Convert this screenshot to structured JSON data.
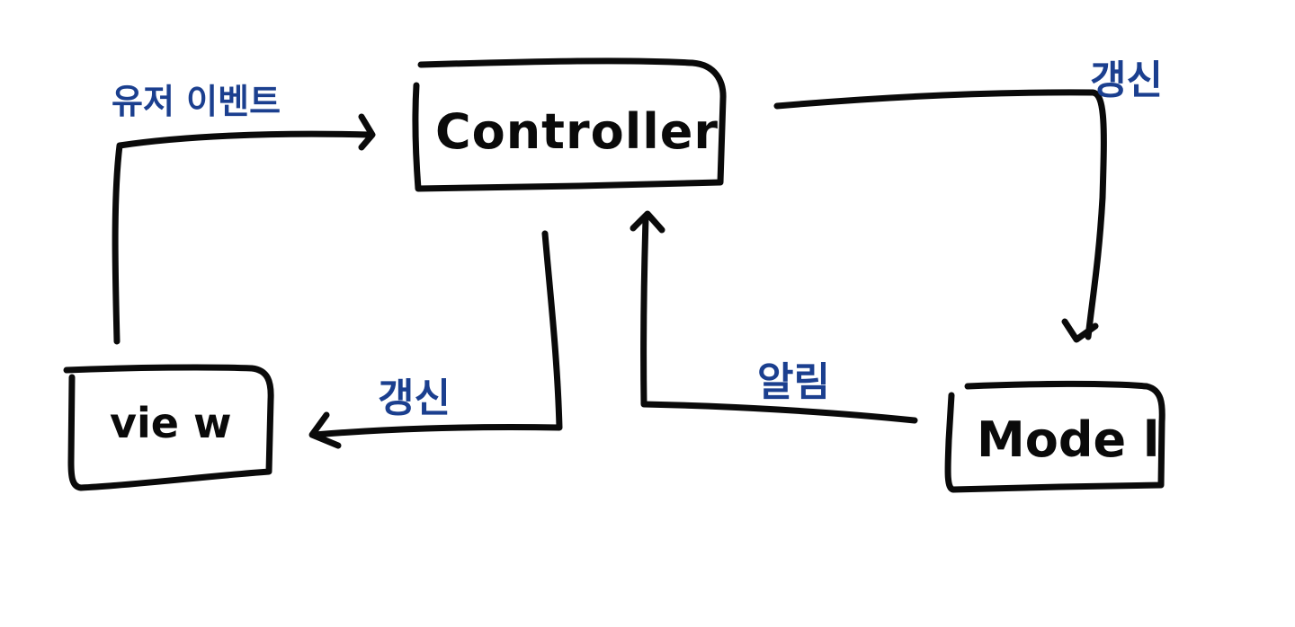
{
  "diagram": {
    "ink_color": "#0a0a0a",
    "label_color": "#1b3f8f",
    "nodes": {
      "controller": "Controller",
      "view": "vie w",
      "model": "Mode l"
    },
    "edges": {
      "user_event": "유저 이벤트",
      "update_model": "갱신",
      "update_view": "갱신",
      "notify": "알림"
    }
  }
}
